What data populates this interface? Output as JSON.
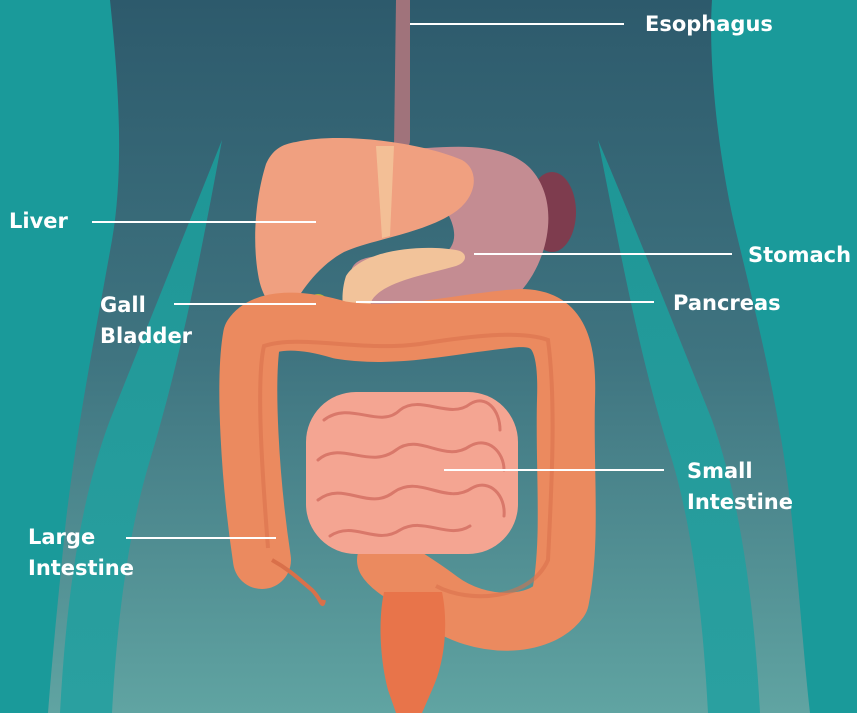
{
  "colors": {
    "background": "#1a9a9a",
    "body_top": "#2e5c6e",
    "body_bottom": "#5fa3a1",
    "label_text": "#ffffff",
    "leader_line": "#ffffff",
    "liver": "#f0a080",
    "stomach": "#c48c92",
    "pancreas": "#f2c39a",
    "gall_bladder": "#b8b53a",
    "large_intestine": "#eb8a5f",
    "small_intestine": "#f4a592",
    "esophagus": "#a0737b"
  },
  "labels": {
    "esophagus": [
      "Esophagus"
    ],
    "liver": [
      "Liver"
    ],
    "stomach": [
      "Stomach"
    ],
    "gall_bladder": [
      "Gall",
      "Bladder"
    ],
    "pancreas": [
      "Pancreas"
    ],
    "small_intestine": [
      "Small",
      "Intestine"
    ],
    "large_intestine": [
      "Large",
      "Intestine"
    ]
  }
}
